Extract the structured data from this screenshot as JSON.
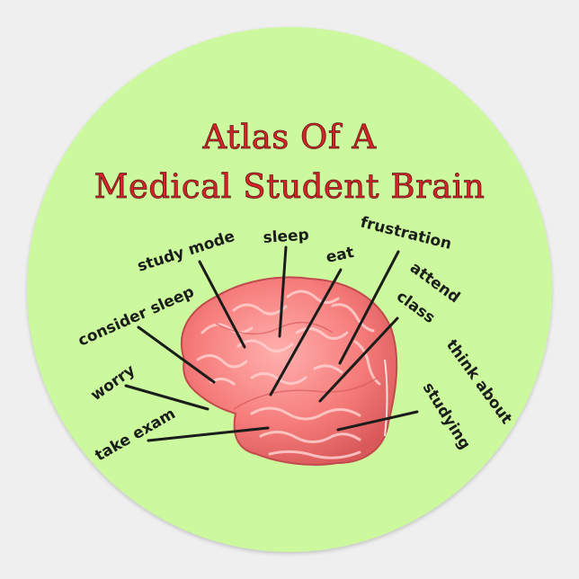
{
  "title": {
    "line1": "Atlas Of A",
    "line2": "Medical Student Brain",
    "color": "#d8222a"
  },
  "background": {
    "page_color": "#efefef",
    "sticker_color": "#ccf99e",
    "shape": "circle"
  },
  "brain": {
    "color": "#f27e7e",
    "view": "left lateral"
  },
  "labels": [
    {
      "text": "study mode"
    },
    {
      "text": "sleep"
    },
    {
      "text": "frustration"
    },
    {
      "text": "eat"
    },
    {
      "text": "attend"
    },
    {
      "text": "class"
    },
    {
      "text": "consider sleep"
    },
    {
      "text": "worry"
    },
    {
      "text": "think about"
    },
    {
      "text": "studying"
    },
    {
      "text": "take exam"
    }
  ]
}
